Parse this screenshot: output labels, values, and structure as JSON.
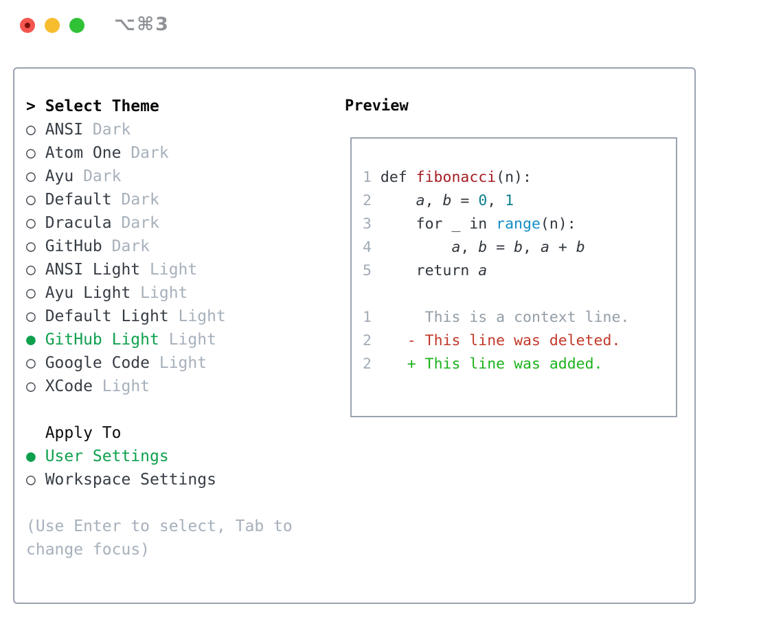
{
  "window": {
    "title": "⌥⌘3"
  },
  "icons": {
    "prompt": ">",
    "radio_selected": "●",
    "radio_unselected": "○"
  },
  "theme_panel": {
    "header": "Select Theme",
    "items": [
      {
        "name": "ANSI",
        "tag": "Dark",
        "selected": false
      },
      {
        "name": "Atom One",
        "tag": "Dark",
        "selected": false
      },
      {
        "name": "Ayu",
        "tag": "Dark",
        "selected": false
      },
      {
        "name": "Default",
        "tag": "Dark",
        "selected": false
      },
      {
        "name": "Dracula",
        "tag": "Dark",
        "selected": false
      },
      {
        "name": "GitHub",
        "tag": "Dark",
        "selected": false
      },
      {
        "name": "ANSI Light",
        "tag": "Light",
        "selected": false
      },
      {
        "name": "Ayu Light",
        "tag": "Light",
        "selected": false
      },
      {
        "name": "Default Light",
        "tag": "Light",
        "selected": false
      },
      {
        "name": "GitHub Light",
        "tag": "Light",
        "selected": true
      },
      {
        "name": "Google Code",
        "tag": "Light",
        "selected": false
      },
      {
        "name": "XCode",
        "tag": "Light",
        "selected": false
      }
    ]
  },
  "apply_panel": {
    "header": "Apply To",
    "options": [
      {
        "label": "User Settings",
        "selected": true
      },
      {
        "label": "Workspace Settings",
        "selected": false
      }
    ]
  },
  "hint_lines": [
    "(Use Enter to select, Tab to",
    "change focus)"
  ],
  "preview": {
    "header": "Preview",
    "code_lines": [
      [
        {
          "t": "1 ",
          "c": "num"
        },
        {
          "t": "def ",
          "c": "fg"
        },
        {
          "t": "fibonacci",
          "c": "func"
        },
        {
          "t": "(n):",
          "c": "fg"
        }
      ],
      [
        {
          "t": "2 ",
          "c": "num"
        },
        {
          "t": "    ",
          "c": "fg"
        },
        {
          "t": "a",
          "c": "fg",
          "i": true
        },
        {
          "t": ", ",
          "c": "fg"
        },
        {
          "t": "b",
          "c": "fg",
          "i": true
        },
        {
          "t": " = ",
          "c": "fg"
        },
        {
          "t": "0",
          "c": "numlit"
        },
        {
          "t": ", ",
          "c": "fg"
        },
        {
          "t": "1",
          "c": "numlit"
        }
      ],
      [
        {
          "t": "3 ",
          "c": "num"
        },
        {
          "t": "    for _ in ",
          "c": "fg"
        },
        {
          "t": "range",
          "c": "builtin"
        },
        {
          "t": "(n):",
          "c": "fg"
        }
      ],
      [
        {
          "t": "4 ",
          "c": "num"
        },
        {
          "t": "        ",
          "c": "fg"
        },
        {
          "t": "a",
          "c": "fg",
          "i": true
        },
        {
          "t": ", ",
          "c": "fg"
        },
        {
          "t": "b",
          "c": "fg",
          "i": true
        },
        {
          "t": " = ",
          "c": "fg"
        },
        {
          "t": "b",
          "c": "fg",
          "i": true
        },
        {
          "t": ", ",
          "c": "fg"
        },
        {
          "t": "a",
          "c": "fg",
          "i": true
        },
        {
          "t": " + ",
          "c": "fg"
        },
        {
          "t": "b",
          "c": "fg",
          "i": true
        }
      ],
      [
        {
          "t": "5 ",
          "c": "num"
        },
        {
          "t": "    return ",
          "c": "fg"
        },
        {
          "t": "a",
          "c": "fg",
          "i": true
        }
      ],
      [],
      [
        {
          "t": "1",
          "c": "num"
        },
        {
          "t": "      ",
          "c": "fg"
        },
        {
          "t": "This is a context line.",
          "c": "context"
        }
      ],
      [
        {
          "t": "2",
          "c": "num"
        },
        {
          "t": "    ",
          "c": "fg"
        },
        {
          "t": "- This line was deleted.",
          "c": "deleted"
        }
      ],
      [
        {
          "t": "2",
          "c": "num"
        },
        {
          "t": "    ",
          "c": "fg"
        },
        {
          "t": "+ This line was added.",
          "c": "added"
        }
      ]
    ]
  },
  "colors": {
    "selected_green": "#0fa04d",
    "added_green": "#1cb21c",
    "deleted_red": "#c2382a",
    "function_red": "#a61d24",
    "number_teal": "#0d7d8c",
    "builtin_blue": "#148dc6",
    "muted_gray": "#a6b0bb",
    "border_gray": "#9aa2b0"
  }
}
